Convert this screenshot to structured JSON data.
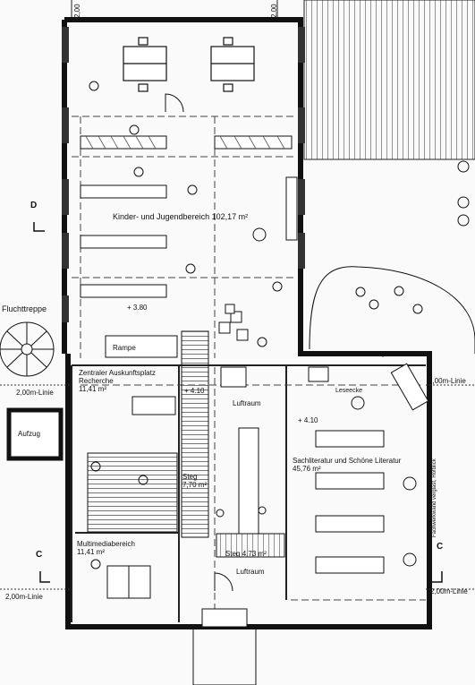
{
  "drawing": {
    "dims": {
      "left": "2,00",
      "right": "2,00"
    },
    "rooms": {
      "kinder": {
        "name": "Kinder- und Jugendbereich",
        "area": "102,17 m²"
      },
      "auskunft": {
        "name": "Zentraler Auskunftsplatz",
        "sub": "Recherche",
        "area": "11,41 m²"
      },
      "luftraum_main": {
        "name": "Luftraum"
      },
      "luftraum_small": {
        "name": "Luftraum"
      },
      "sachliteratur": {
        "name": "Sachliteratur und Schöne Literatur",
        "area": "45,76 m²"
      },
      "steg_a": {
        "name": "Steg",
        "area": "7,70 m²"
      },
      "steg_b": {
        "name": "Steg",
        "area": "4,73 m²"
      },
      "multimedia": {
        "name": "Multimediabereich",
        "area": "11,41 m²"
      },
      "aufzug": {
        "name": "Aufzug"
      },
      "rampe": {
        "name": "Rampe"
      },
      "leseecke": {
        "name": "Leseecke"
      }
    },
    "labels": {
      "fluchttreppe": "Fluchttreppe",
      "linie_left": "2,00m-Linie",
      "linie_right_top": "2,00m-Linie",
      "linie_right_bottom": "2,00m-Linie",
      "linie_left_bottom": "2,00m-Linie",
      "fachwerk_top": "Fachwerkwand verglast, Hofblick",
      "fachwerk_side": "Fachwerkwand verglast, Hofblick",
      "level_1": "+ 3.80",
      "level_2": "+ 4.10",
      "level_3": "+ 4.10"
    },
    "section_markers": {
      "d": "D",
      "c_left": "C",
      "c_right": "C"
    }
  }
}
